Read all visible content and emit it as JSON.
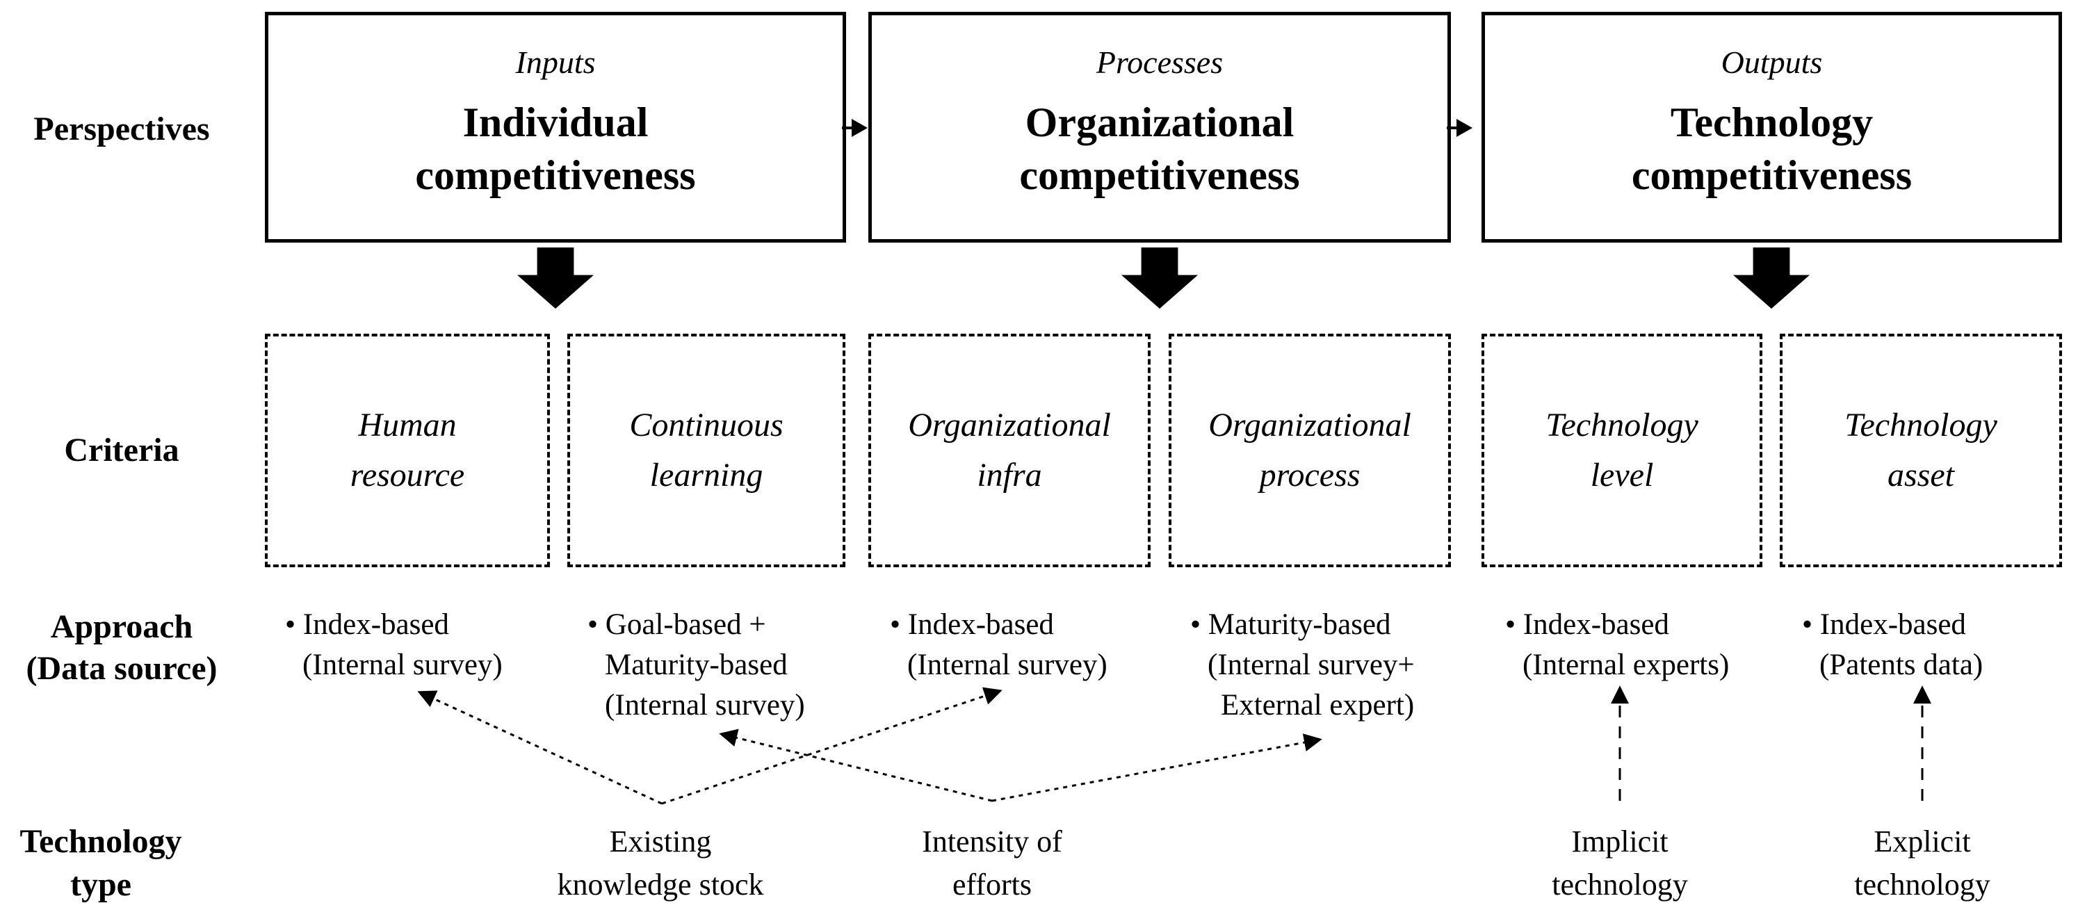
{
  "colors": {
    "ink": "#000000",
    "background": "#ffffff"
  },
  "row_labels": {
    "perspectives": "Perspectives",
    "criteria": "Criteria",
    "approach": [
      "Approach",
      "(Data source)"
    ],
    "technology_type": [
      "Technology",
      "type"
    ]
  },
  "perspective_boxes": [
    {
      "stage": "Inputs",
      "title": [
        "Individual",
        "competitiveness"
      ]
    },
    {
      "stage": "Processes",
      "title": [
        "Organizational",
        "competitiveness"
      ]
    },
    {
      "stage": "Outputs",
      "title": [
        "Technology",
        "competitiveness"
      ]
    }
  ],
  "criteria_boxes": [
    {
      "label": [
        "Human",
        "resource"
      ]
    },
    {
      "label": [
        "Continuous",
        "learning"
      ]
    },
    {
      "label": [
        "Organizational",
        "infra"
      ]
    },
    {
      "label": [
        "Organizational",
        "process"
      ]
    },
    {
      "label": [
        "Technology",
        "level"
      ]
    },
    {
      "label": [
        "Technology",
        "asset"
      ]
    }
  ],
  "approach_items": [
    {
      "lines": [
        "• Index-based",
        "(Internal survey)"
      ]
    },
    {
      "lines": [
        "• Goal-based +",
        "Maturity-based",
        "(Internal survey)"
      ]
    },
    {
      "lines": [
        "• Index-based",
        "(Internal survey)"
      ]
    },
    {
      "lines": [
        "• Maturity-based",
        "(Internal survey+",
        "External expert)"
      ]
    },
    {
      "lines": [
        "• Index-based",
        "(Internal experts)"
      ]
    },
    {
      "lines": [
        "• Index-based",
        "(Patents data)"
      ]
    }
  ],
  "technology_types": [
    {
      "label": [
        "Existing",
        "knowledge stock"
      ]
    },
    {
      "label": [
        "Intensity of",
        "efforts"
      ]
    },
    {
      "label": [
        "Implicit",
        "technology"
      ]
    },
    {
      "label": [
        "Explicit",
        "technology"
      ]
    }
  ]
}
